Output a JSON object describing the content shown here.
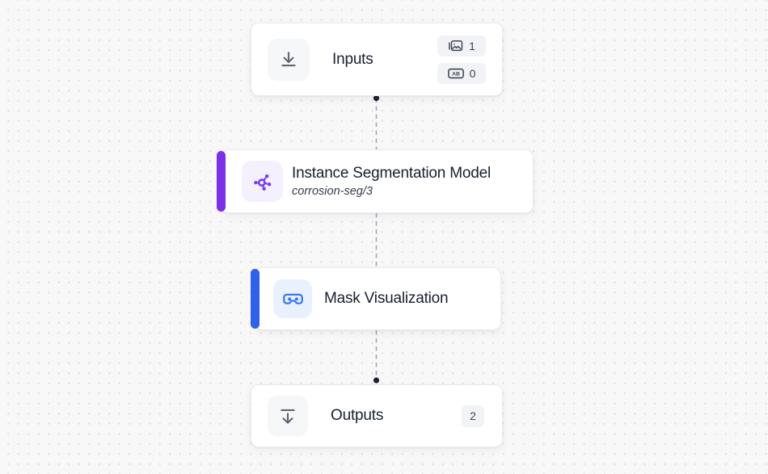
{
  "canvas": {
    "background_color": "#f8f8f9",
    "dot_grid_color": "#e3e3e7"
  },
  "edges": {
    "style": "dashed",
    "line_color": "#a2a8b3",
    "port_dot_color": "#1c2230"
  },
  "nodes": {
    "inputs": {
      "title": "Inputs",
      "icon": "download-tray-icon",
      "badges": [
        {
          "icon": "images-icon",
          "value": "1"
        },
        {
          "icon": "text-parameter-icon",
          "icon_label": "AB",
          "value": "0"
        }
      ]
    },
    "model": {
      "title": "Instance Segmentation Model",
      "subtitle": "corrosion-seg/3",
      "icon": "model-graph-icon",
      "accent_color": "#7c31e8",
      "icon_color": "#7a3bec",
      "icon_bg": "#f4f0fe"
    },
    "mask_visualization": {
      "title": "Mask Visualization",
      "icon": "goggles-icon",
      "accent_color": "#2e62ea",
      "icon_color": "#3b77f2",
      "icon_bg": "#e9f1fe"
    },
    "outputs": {
      "title": "Outputs",
      "icon": "upload-tray-icon",
      "badge_value": "2"
    }
  }
}
